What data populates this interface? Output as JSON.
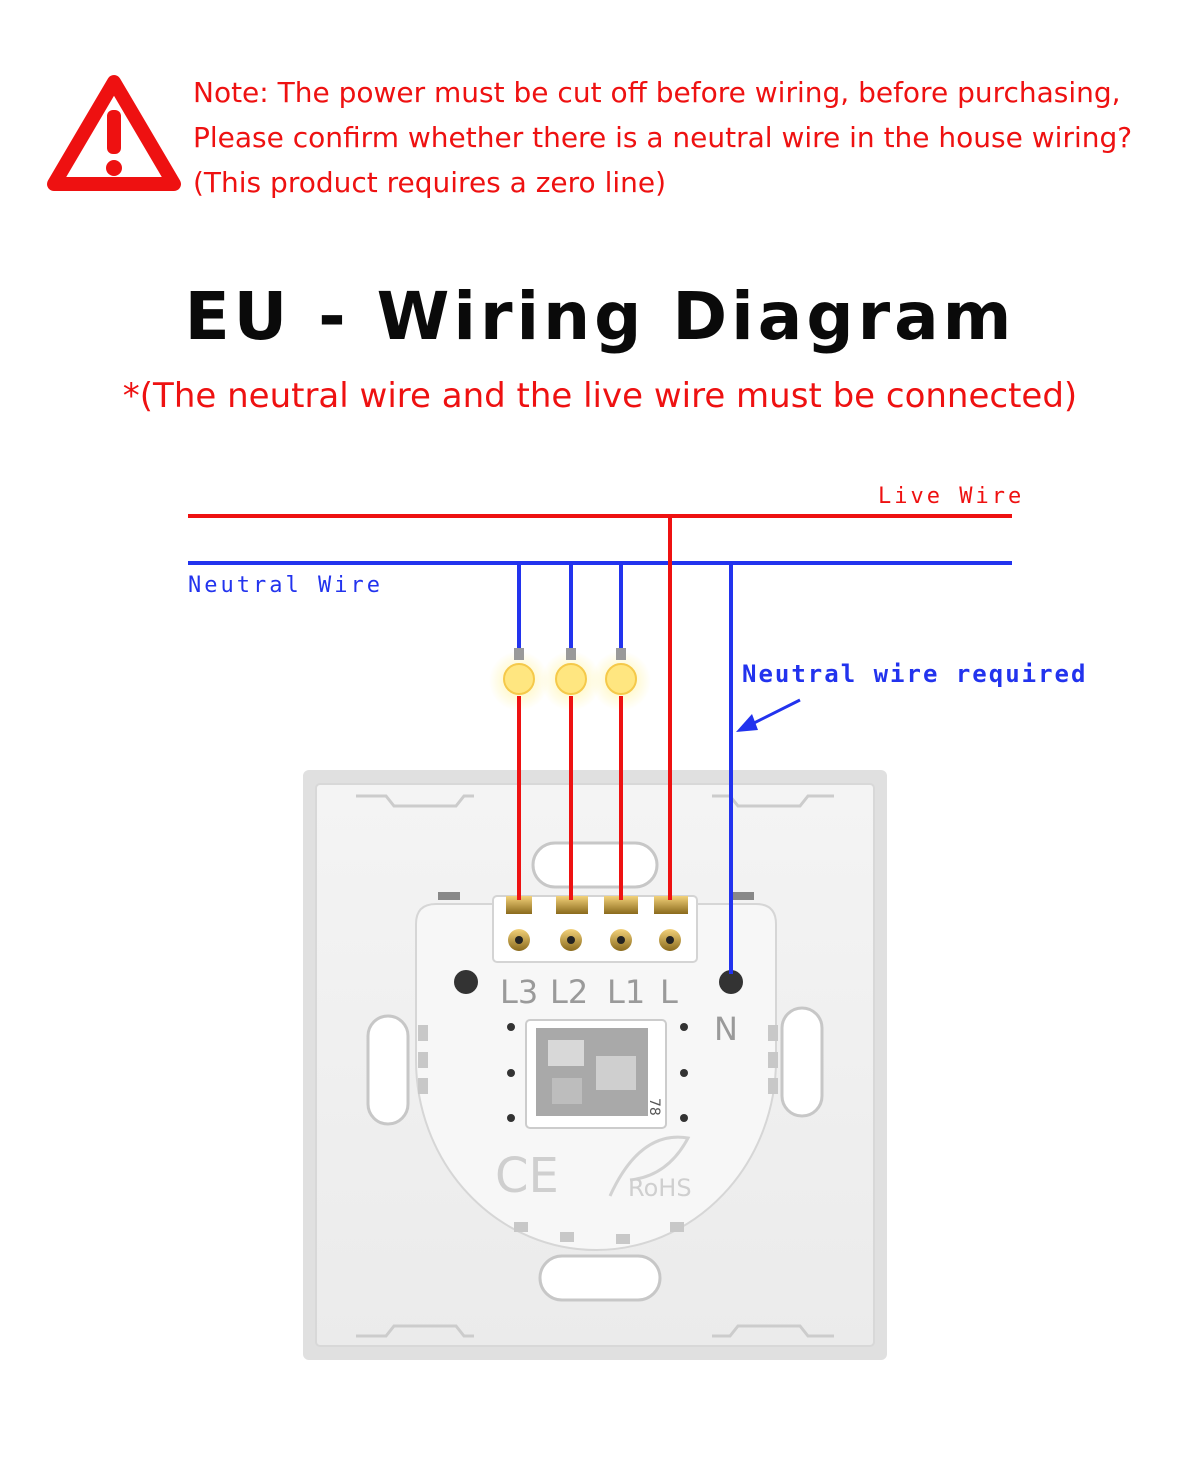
{
  "note": {
    "line1": "Note: The power must be cut off before wiring, before purchasing,",
    "line2": "Please confirm whether there is a neutral wire in the house wiring?",
    "line3": "(This product requires a zero line)",
    "icon": "warning-triangle-icon"
  },
  "title": "EU - Wiring Diagram",
  "subtitle": "*(The neutral wire and the live wire must be connected)",
  "wires": {
    "live_label": "Live Wire",
    "neutral_label": "Neutral Wire",
    "neutral_required_label": "Neutral wire required"
  },
  "terminals": {
    "l3": "L3",
    "l2": "L2",
    "l1": "L1",
    "l": "L",
    "n": "N"
  },
  "marks": {
    "ce": "CE",
    "rohs": "RoHS",
    "label_number": "78"
  },
  "colors": {
    "live": "#ee1111",
    "neutral": "#2233ee",
    "warning": "#ee1111",
    "bulb": "#ffe680"
  }
}
